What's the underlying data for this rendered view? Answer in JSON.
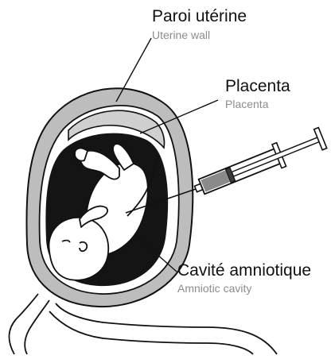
{
  "labels": {
    "uterine_wall_fr": "Paroi utérine",
    "uterine_wall_en": "Uterine wall",
    "placenta_fr": "Placenta",
    "placenta_en": "Placenta",
    "amniotic_cavity_fr": "Cavité amniotique",
    "amniotic_cavity_en": "Amniotic cavity"
  },
  "colors": {
    "outline": "#111111",
    "uterine_wall_fill": "#bdbdbd",
    "cavity_fill": "#141414",
    "fetus_fill": "#ffffff",
    "syringe_fluid": "#8a8a8a",
    "english_label": "#8c8c8c"
  },
  "icons": [
    "uterus-illustration",
    "fetus-illustration",
    "syringe-illustration",
    "needle-illustration"
  ]
}
